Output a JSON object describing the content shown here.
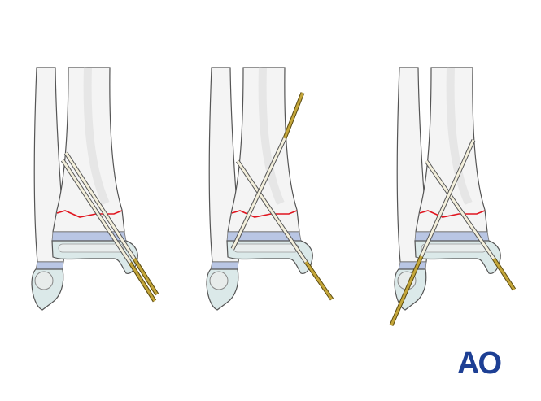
{
  "figure": {
    "panels": [
      {
        "id": "panel-1",
        "wires": "two-parallel-medial"
      },
      {
        "id": "panel-2",
        "wires": "crossed"
      },
      {
        "id": "panel-3",
        "wires": "crossed"
      }
    ],
    "colors": {
      "bone": "#f3f3f3",
      "bone_outline": "#555555",
      "growth_plate": "#b9c6e4",
      "epiphysis": "#dbe9e9",
      "fracture_line": "#e0141e",
      "wire_inside": "#f3efdc",
      "wire_outside": "#b89a2c"
    }
  },
  "logo": {
    "text": "AO",
    "color": "#1d3f94"
  }
}
